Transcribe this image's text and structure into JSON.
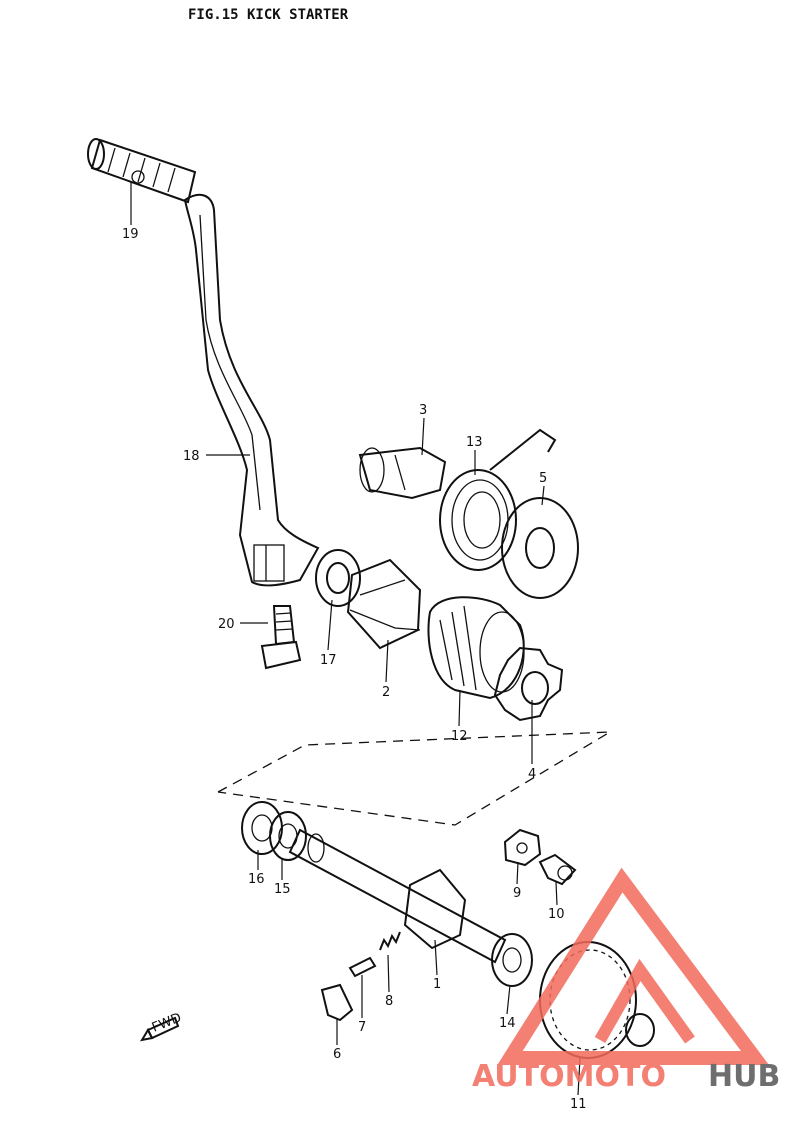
{
  "figure_title": "FIG.15  KICK STARTER",
  "fwd_label": "FWD",
  "parts": [
    {
      "number": "1"
    },
    {
      "number": "2"
    },
    {
      "number": "3"
    },
    {
      "number": "4"
    },
    {
      "number": "5"
    },
    {
      "number": "6"
    },
    {
      "number": "7"
    },
    {
      "number": "8"
    },
    {
      "number": "9"
    },
    {
      "number": "10"
    },
    {
      "number": "11"
    },
    {
      "number": "12"
    },
    {
      "number": "13"
    },
    {
      "number": "14"
    },
    {
      "number": "15"
    },
    {
      "number": "16"
    },
    {
      "number": "17"
    },
    {
      "number": "18"
    },
    {
      "number": "19"
    },
    {
      "number": "20"
    }
  ],
  "watermark": {
    "text_part1": "AUTOMOTO",
    "text_part2": "HUB",
    "color_primary": "#f26b5b",
    "color_secondary": "#555555",
    "logo": "triangle-logo-icon"
  }
}
